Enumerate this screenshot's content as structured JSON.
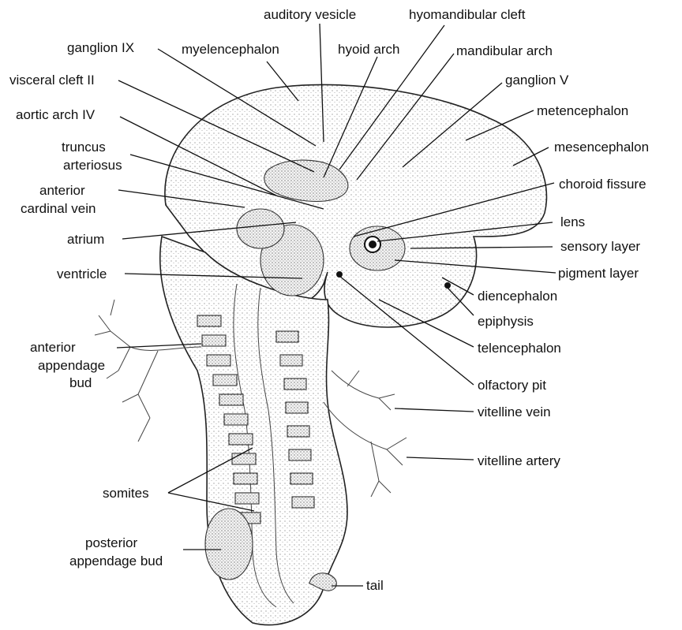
{
  "diagram": {
    "labels": {
      "auditory_vesicle": "auditory vesicle",
      "hyomandibular_cleft": "hyomandibular cleft",
      "ganglion_ix": "ganglion IX",
      "myelencephalon": "myelencephalon",
      "hyoid_arch": "hyoid arch",
      "mandibular_arch": "mandibular arch",
      "visceral_cleft_ii": "visceral cleft II",
      "ganglion_v": "ganglion V",
      "aortic_arch_iv": "aortic arch IV",
      "metencephalon": "metencephalon",
      "truncus_line1": "truncus",
      "truncus_line2": "arteriosus",
      "mesencephalon": "mesencephalon",
      "anterior_cardinal_line1": "anterior",
      "anterior_cardinal_line2": "cardinal vein",
      "choroid_fissure": "choroid fissure",
      "lens": "lens",
      "atrium": "atrium",
      "sensory_layer": "sensory layer",
      "ventricle": "ventricle",
      "pigment_layer": "pigment layer",
      "diencephalon": "diencephalon",
      "epiphysis": "epiphysis",
      "anterior_appendage_line1": "anterior",
      "anterior_appendage_line2": "appendage",
      "anterior_appendage_line3": "bud",
      "telencephalon": "telencephalon",
      "olfactory_pit": "olfactory pit",
      "vitelline_vein": "vitelline vein",
      "vitelline_artery": "vitelline artery",
      "somites": "somites",
      "posterior_appendage_line1": "posterior",
      "posterior_appendage_line2": "appendage bud",
      "tail": "tail"
    }
  }
}
